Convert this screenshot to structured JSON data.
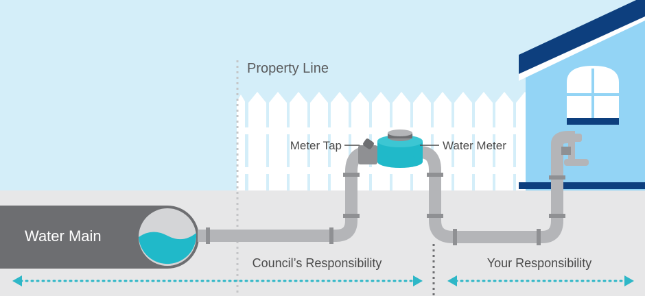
{
  "labels": {
    "property_line": "Property Line",
    "meter_tap": "Meter Tap",
    "water_meter": "Water Meter",
    "water_main": "Water Main",
    "council_responsibility": "Council’s Responsibility",
    "your_responsibility": "Your Responsibility"
  },
  "colors": {
    "sky": "#d4eef9",
    "ground": "#e7e7e8",
    "fence": "#ffffff",
    "house_wall": "#93d4f5",
    "roof": "#0d3f7e",
    "pipe": "#b4b5b8",
    "pipe_joint": "#8f9093",
    "main_body": "#6d6e71",
    "water": "#20b9c9",
    "meter_teal": "#3cc6d3",
    "dots": "#2eb7c7",
    "text_dark": "#4a4a4a",
    "text_light": "#ffffff"
  },
  "icons": {
    "faucet": "faucet-icon",
    "window": "window-icon",
    "meter": "water-meter-icon",
    "tap": "meter-tap-icon"
  }
}
